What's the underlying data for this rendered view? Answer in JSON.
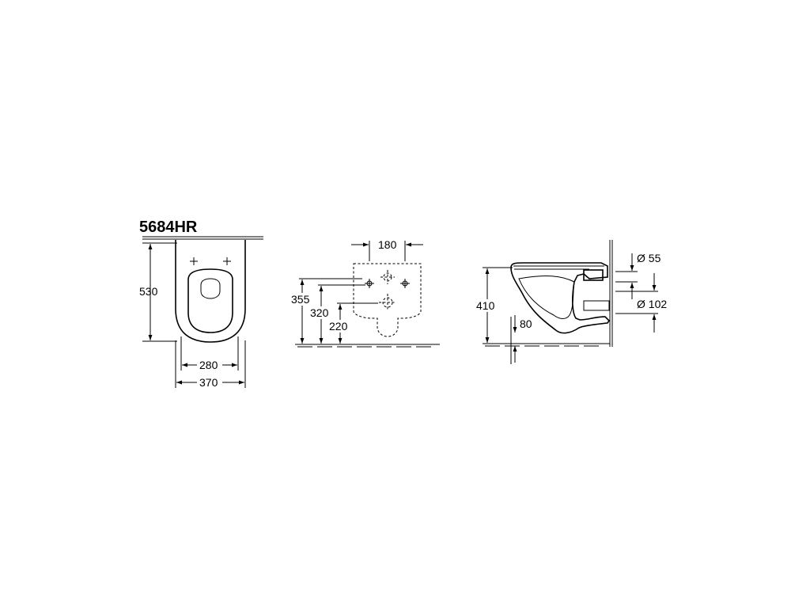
{
  "model_label": "5684HR",
  "top_view": {
    "height_label": "530",
    "inner_width_label": "280",
    "outer_width_label": "370"
  },
  "wall_view": {
    "hole_spacing_label": "180",
    "height_355_label": "355",
    "height_320_label": "320",
    "height_220_label": "220"
  },
  "side_view": {
    "height_label": "410",
    "pipe_small_label": "Ø 55",
    "pipe_large_label": "Ø 102",
    "offset_label": "80"
  },
  "colors": {
    "line": "#000000",
    "background": "#ffffff"
  }
}
